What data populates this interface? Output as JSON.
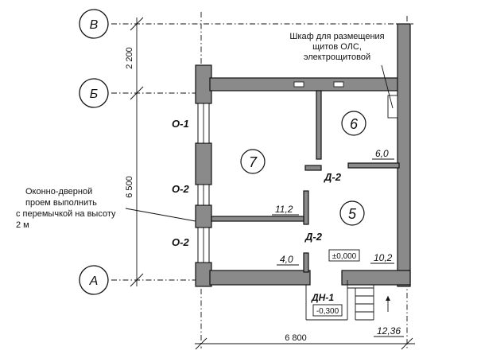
{
  "axes": {
    "v": "В",
    "b": "Б",
    "a": "А"
  },
  "dimensions": {
    "v_b": "2 200",
    "b_a": "6 500",
    "width": "6 800"
  },
  "rooms": {
    "r7": {
      "number": "7",
      "area": "11,2"
    },
    "r6": {
      "number": "6",
      "area": "6,0"
    },
    "r5": {
      "number": "5",
      "area": "10,2"
    },
    "r4": {
      "area": "4,0"
    }
  },
  "doors": {
    "d2_upper": "Д-2",
    "d2_lower": "Д-2",
    "dn1": "ДН-1"
  },
  "windows": {
    "w1": "О-1",
    "w2": "О-2",
    "w3": "О-2"
  },
  "levels": {
    "floor": "±0,000",
    "entry": "-0,300",
    "other": "12,36"
  },
  "notes": {
    "cabinet": [
      "Шкаф для размещения",
      "щитов ОЛС,",
      "электрощитовой"
    ],
    "opening": [
      "Оконно-дверной",
      "проем выполнить",
      "с перемычкой на высоту",
      "2 м"
    ]
  }
}
